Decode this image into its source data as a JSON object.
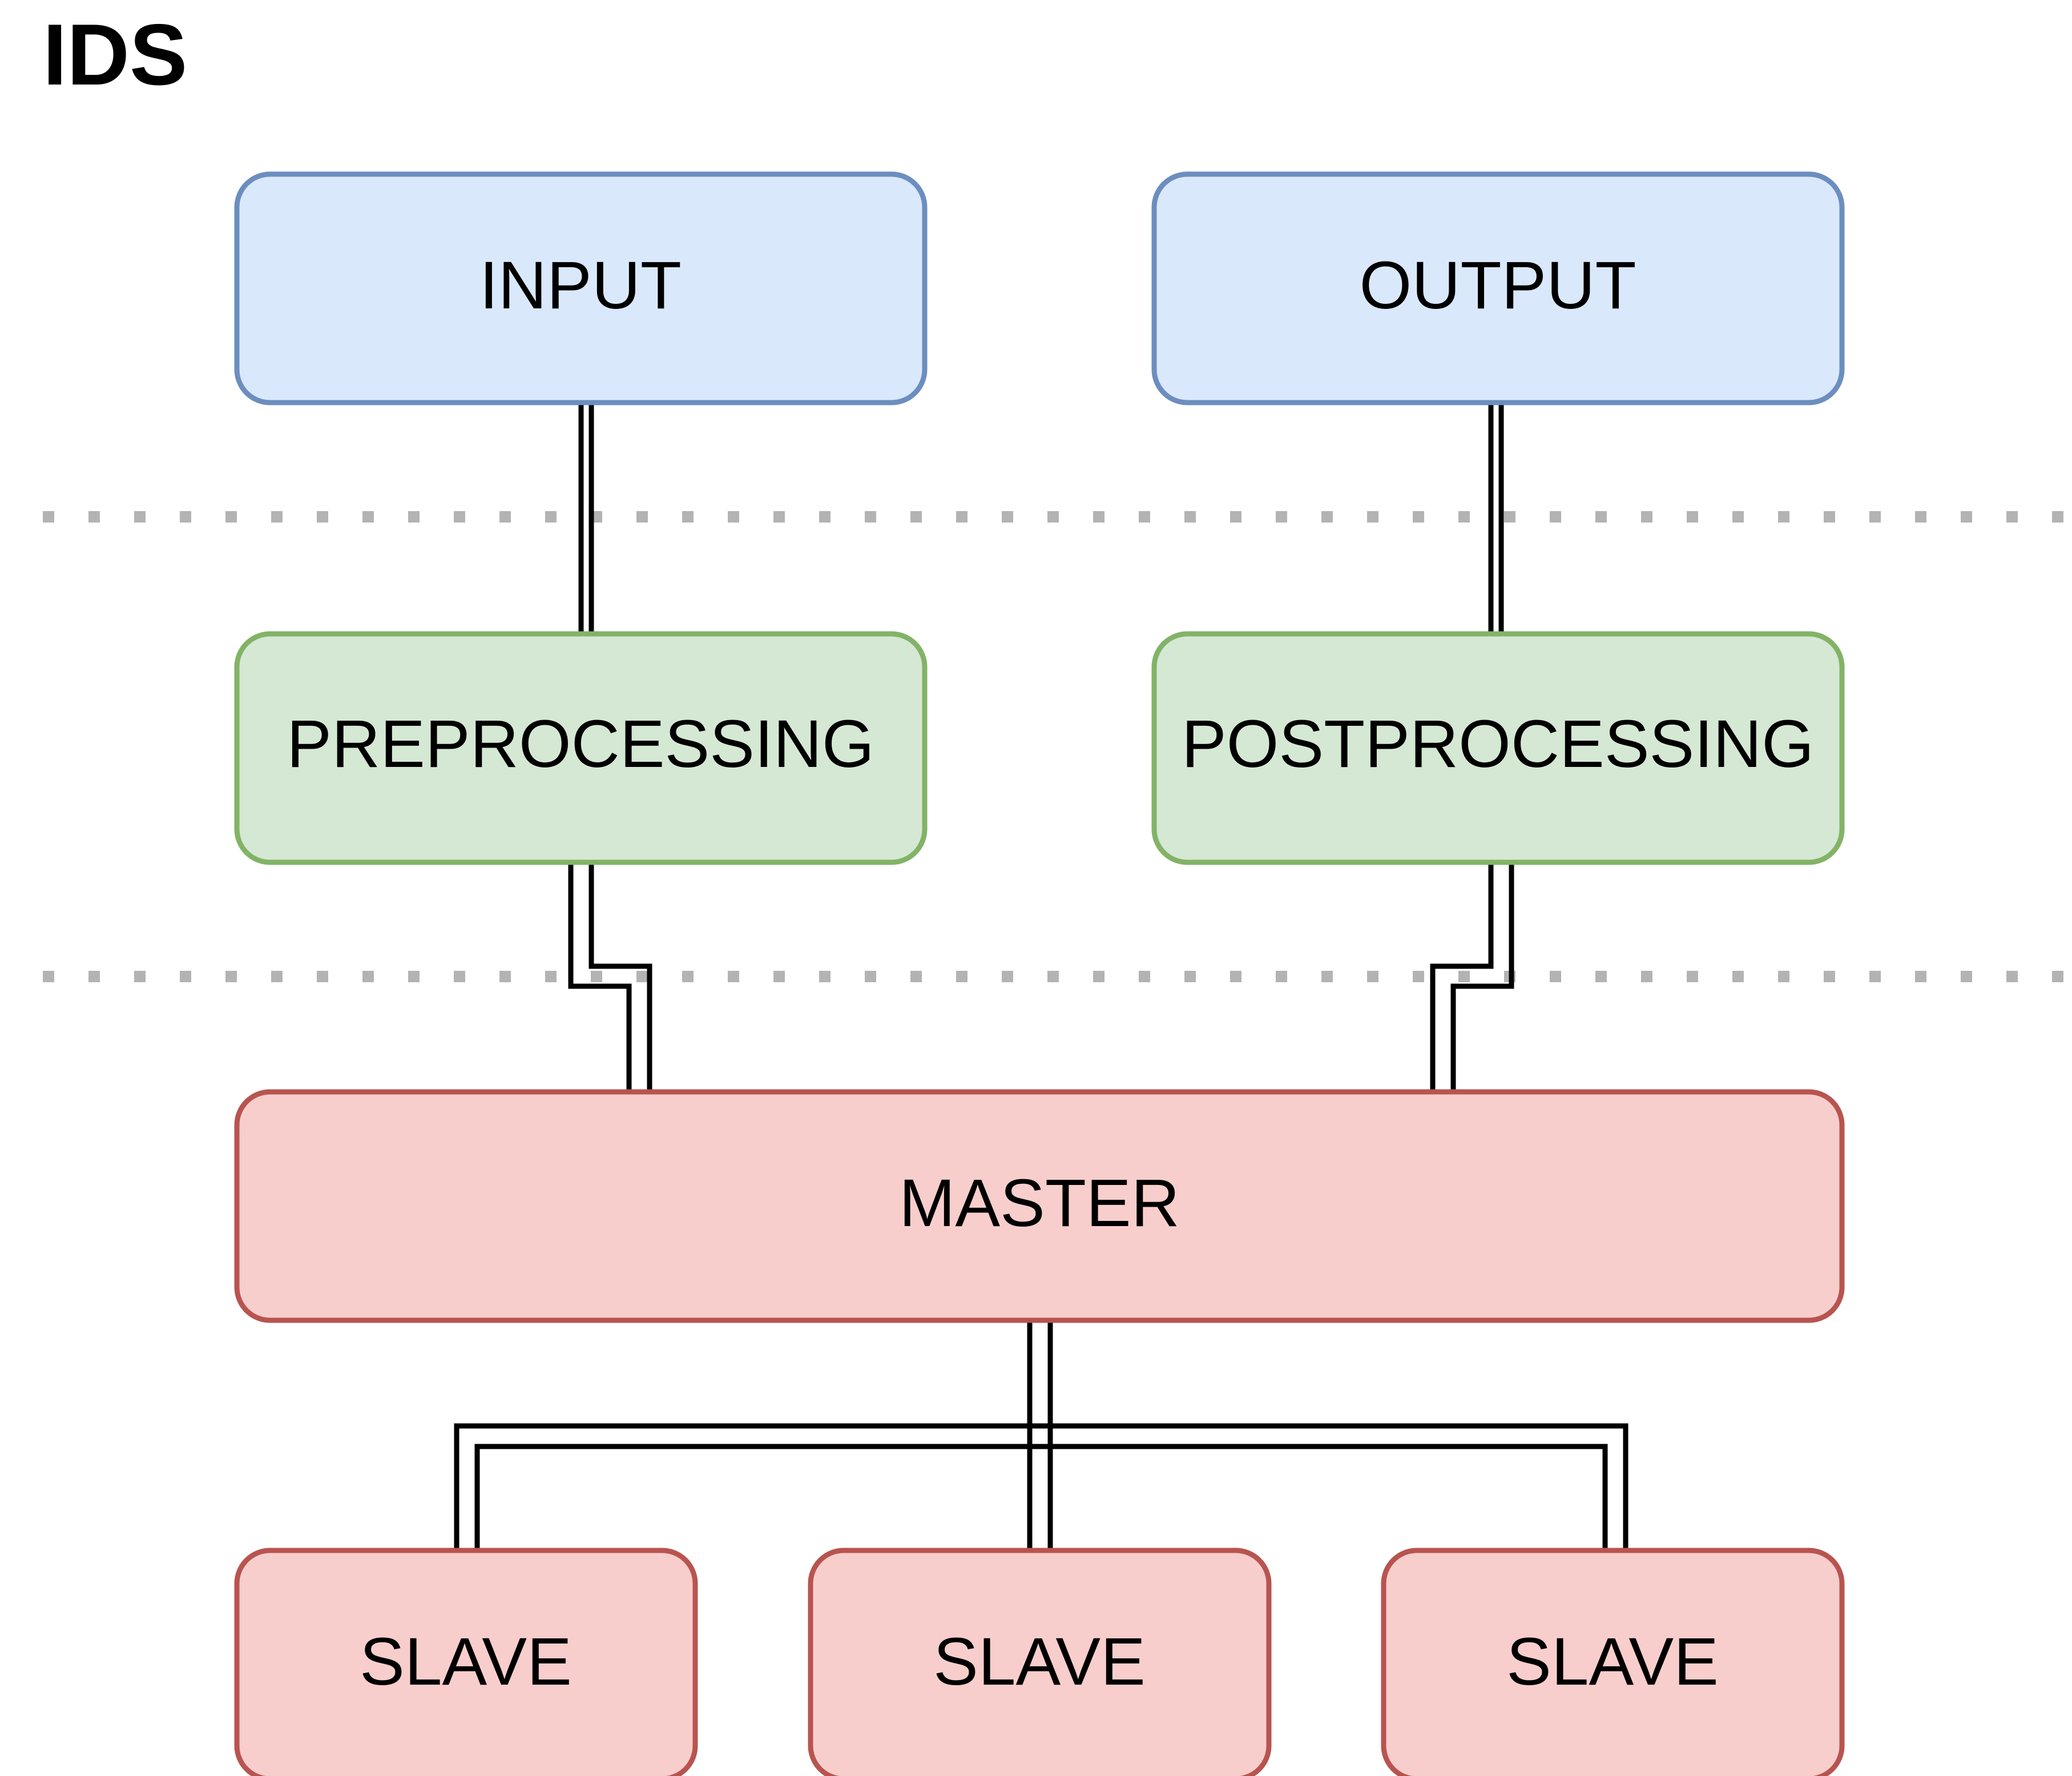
{
  "title": "IDS",
  "colors": {
    "io_fill": "#dae8fc",
    "io_stroke": "#6c8ebf",
    "proc_fill": "#d5e8d4",
    "proc_stroke": "#82b366",
    "core_fill": "#f8cecc",
    "core_stroke": "#b85450",
    "separator": "#b3b3b3",
    "connector": "#000000"
  },
  "nodes": {
    "input": "INPUT",
    "output": "OUTPUT",
    "preprocessing": "PREPROCESSING",
    "postprocessing": "POSTPROCESSING",
    "master": "MASTER",
    "slave_1": "SLAVE",
    "slave_2": "SLAVE",
    "slave_3": "SLAVE"
  }
}
